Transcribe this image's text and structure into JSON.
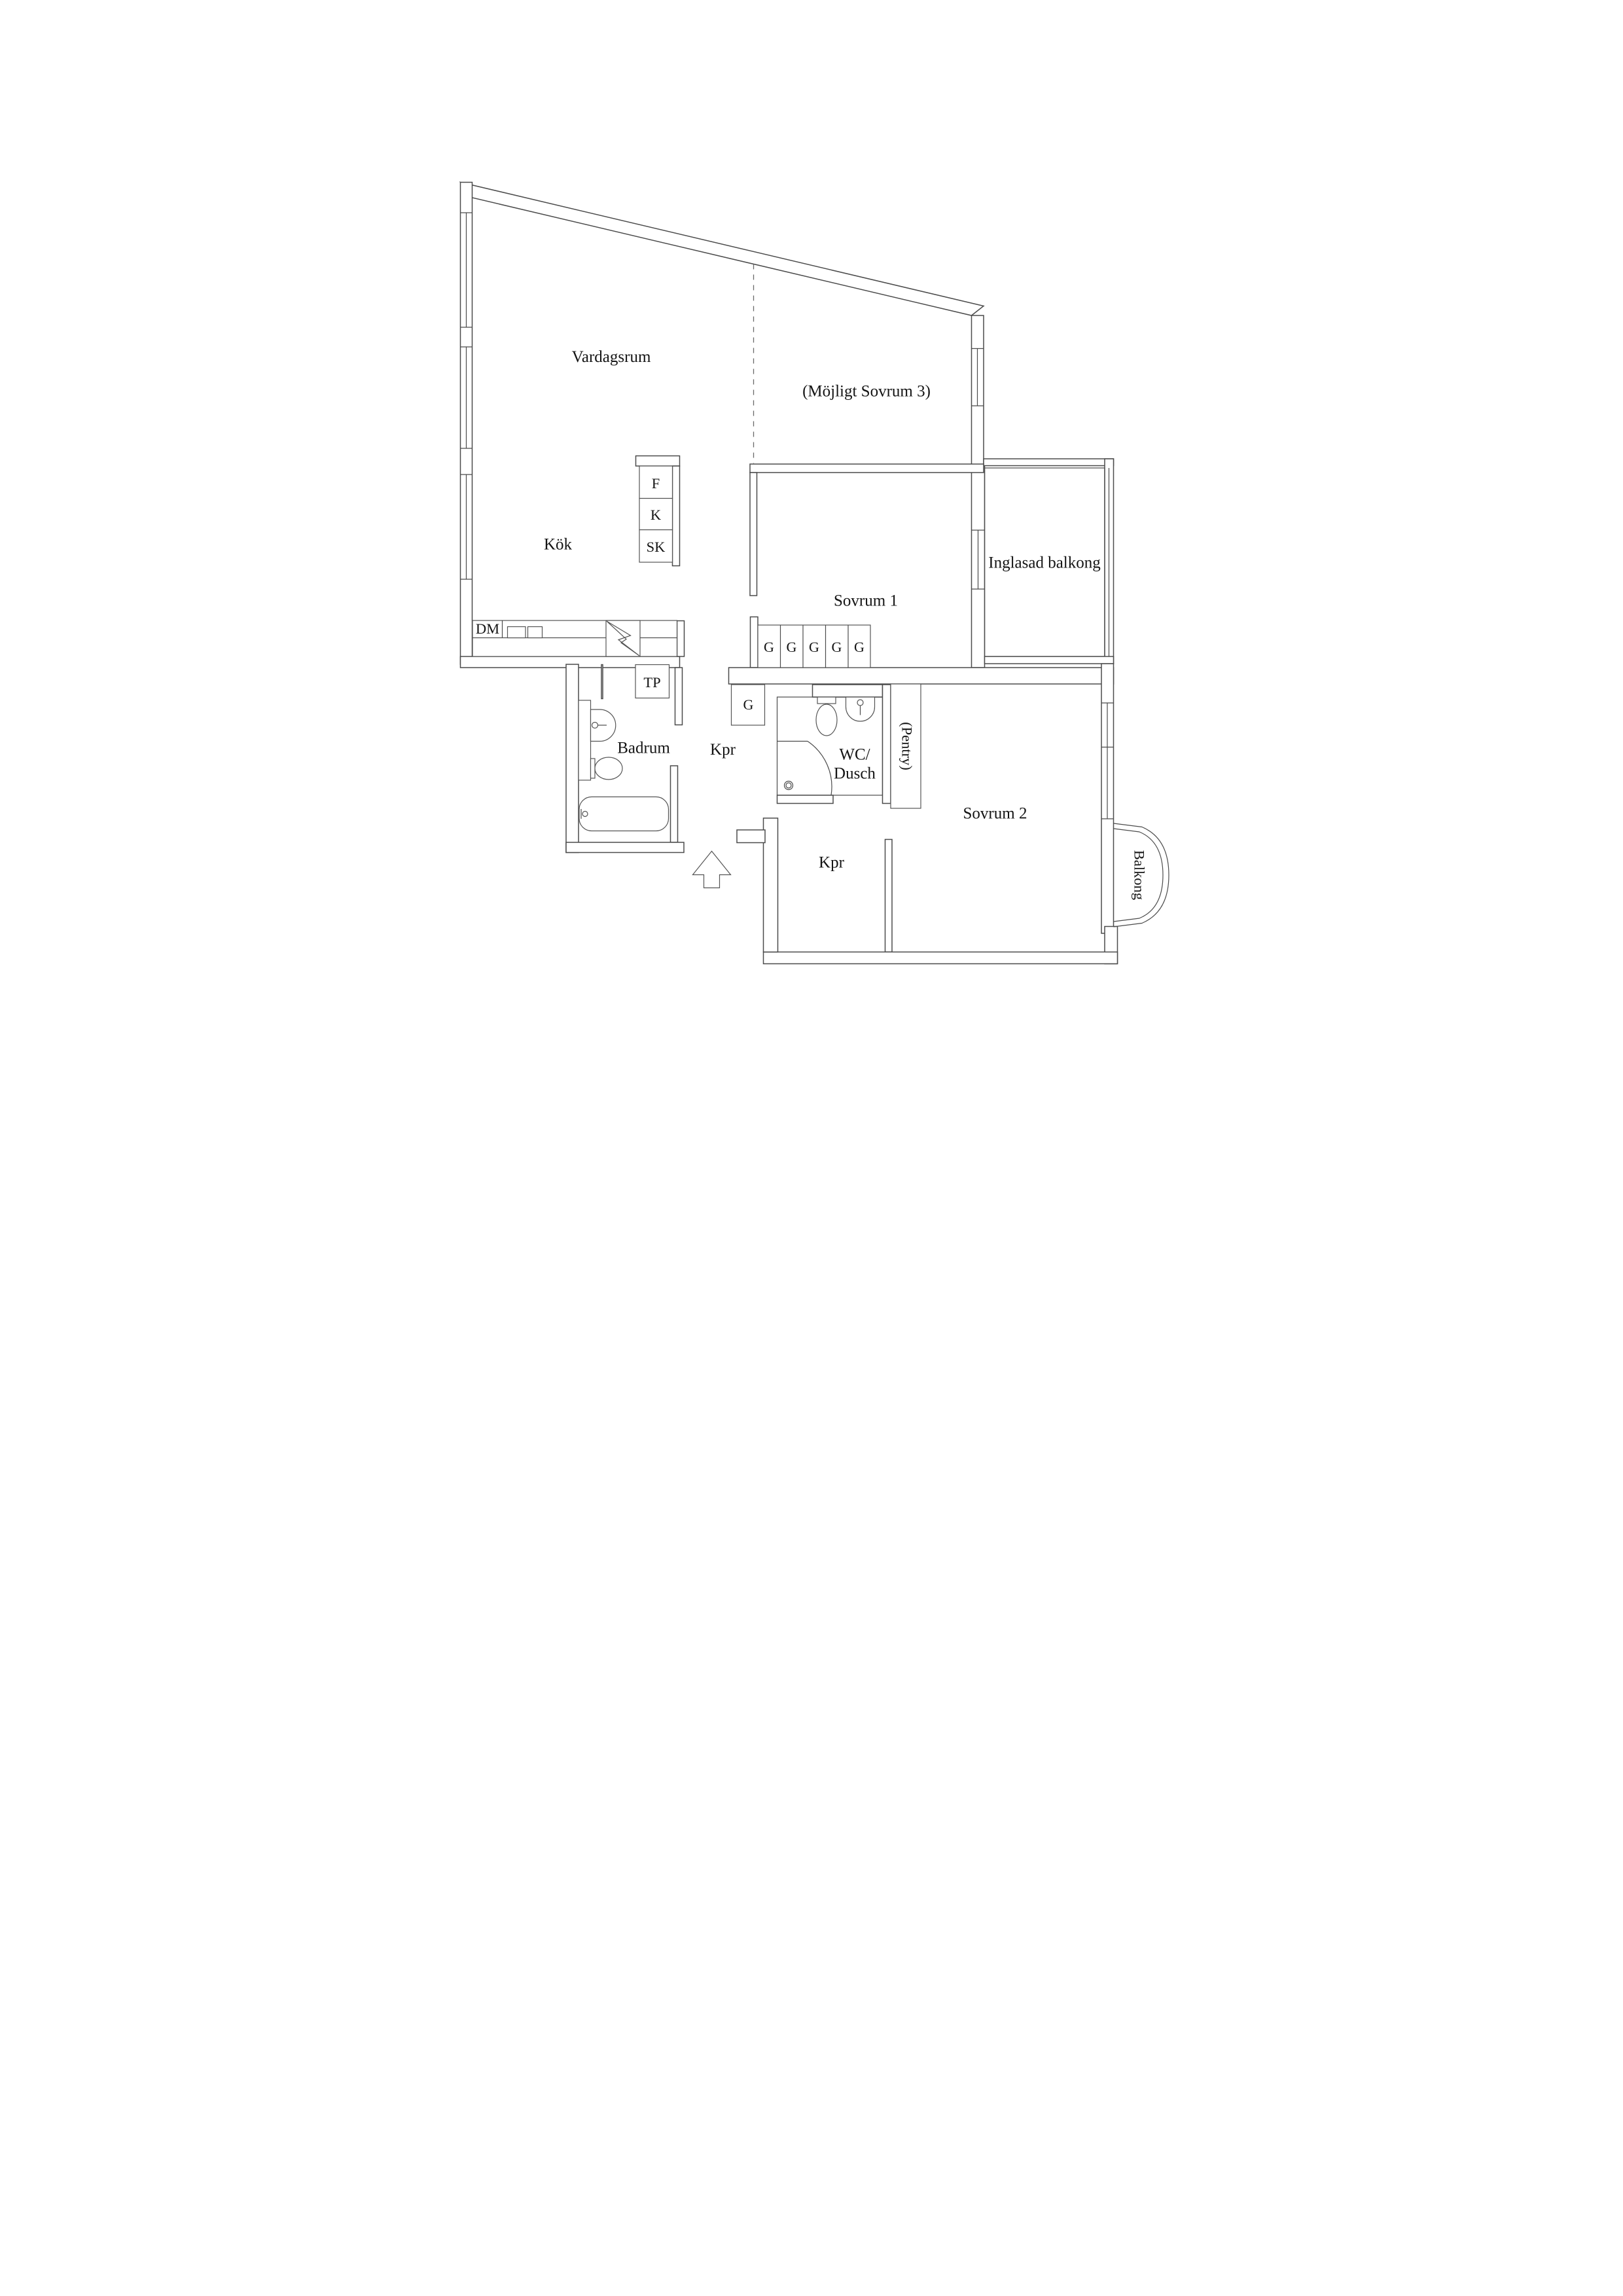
{
  "floorplan": {
    "title": "apartment-floor-plan",
    "rooms": {
      "living_room": "Vardagsrum",
      "possible_bedroom": "(Möjligt Sovrum 3)",
      "kitchen": "Kök",
      "bedroom_1": "Sovrum 1",
      "glazed_balcony": "Inglasad balkong",
      "bathroom": "Badrum",
      "closet_passage": "Kpr",
      "wc_shower_line1": "WC/",
      "wc_shower_line2": "Dusch",
      "pantry": "(Pentry)",
      "bedroom_2": "Sovrum 2",
      "hallway": "Kpr",
      "balcony": "Balkong"
    },
    "fixtures": {
      "fridge": "F",
      "freezer": "K",
      "tall_cabinet": "SK",
      "dishwasher": "DM",
      "tumble_dryer": "TP",
      "wardrobe": "G"
    },
    "symbols": {
      "stove": "lightning-bolt-icon",
      "entrance": "up-arrow-icon",
      "room_divider": "dashed-line"
    },
    "colors": {
      "background": "#ffffff",
      "wall_line": "#4b4b4b",
      "text": "#141414"
    }
  }
}
